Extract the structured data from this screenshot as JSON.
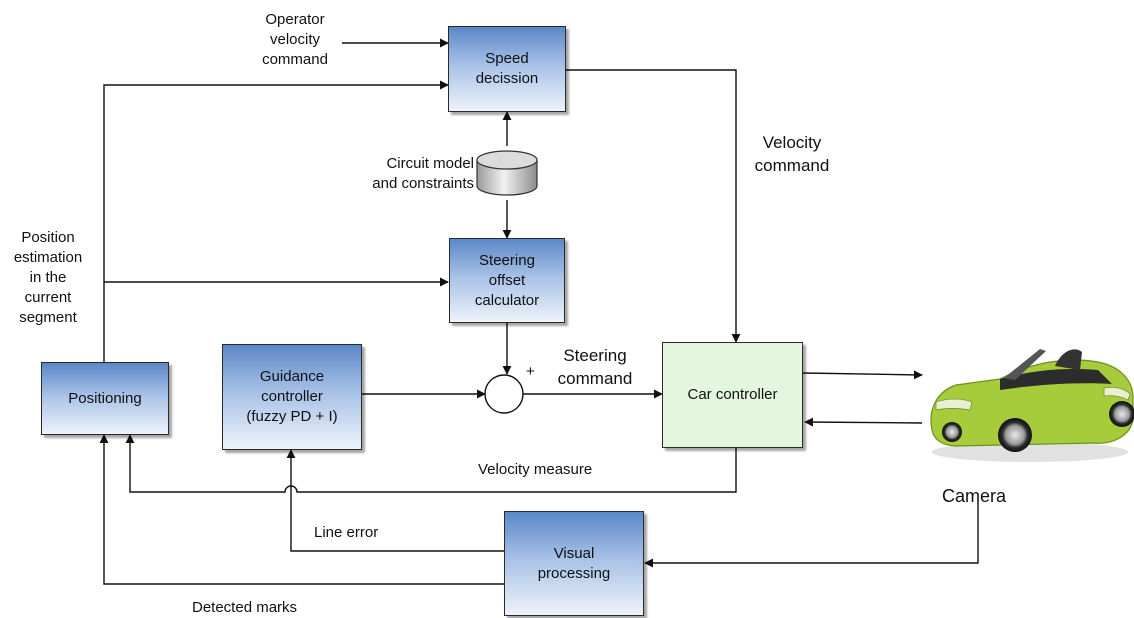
{
  "blocks": {
    "speed_decision": "Speed\ndecission",
    "steering_offset": "Steering\noffset\ncalculator",
    "positioning": "Positioning",
    "guidance": "Guidance\ncontroller\n(fuzzy PD + I)",
    "car_controller": "Car controller",
    "visual_processing": "Visual\nprocessing"
  },
  "labels": {
    "operator_velocity": "Operator\nvelocity\ncommand",
    "circuit_model": "Circuit model\nand constraints",
    "velocity_command": "Velocity\ncommand",
    "position_estimation": "Position\nestimation\nin the\ncurrent\nsegment",
    "steering_command": "Steering\ncommand",
    "plus_sign": "+",
    "velocity_measure": "Velocity measure",
    "line_error": "Line error",
    "detected_marks": "Detected marks",
    "camera": "Camera"
  },
  "colors": {
    "block_blue_top": "#5b87c8",
    "block_blue_bottom": "#eef3fb",
    "car_controller_fill": "#e3f7df",
    "car_body": "#a6cc3c",
    "line": "#111111"
  }
}
